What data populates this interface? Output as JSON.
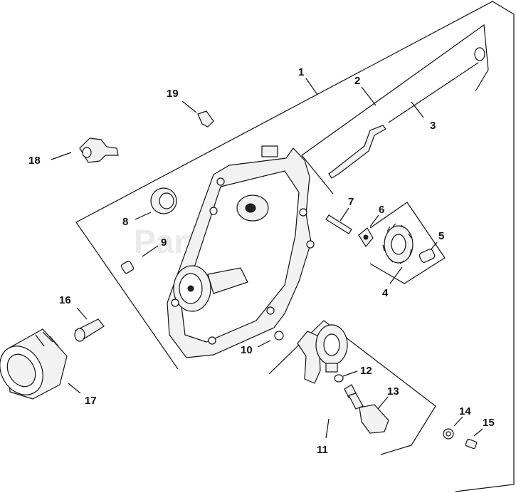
{
  "diagram": {
    "watermark": "PartsTree",
    "callouts": [
      {
        "id": "1",
        "label": "1"
      },
      {
        "id": "2",
        "label": "2"
      },
      {
        "id": "3",
        "label": "3"
      },
      {
        "id": "4",
        "label": "4"
      },
      {
        "id": "5",
        "label": "5"
      },
      {
        "id": "6",
        "label": "6"
      },
      {
        "id": "7",
        "label": "7"
      },
      {
        "id": "8",
        "label": "8"
      },
      {
        "id": "9",
        "label": "9"
      },
      {
        "id": "10",
        "label": "10"
      },
      {
        "id": "11",
        "label": "11"
      },
      {
        "id": "12",
        "label": "12"
      },
      {
        "id": "13",
        "label": "13"
      },
      {
        "id": "14",
        "label": "14"
      },
      {
        "id": "15",
        "label": "15"
      },
      {
        "id": "16",
        "label": "16"
      },
      {
        "id": "17",
        "label": "17"
      },
      {
        "id": "18",
        "label": "18"
      },
      {
        "id": "19",
        "label": "19"
      }
    ]
  }
}
